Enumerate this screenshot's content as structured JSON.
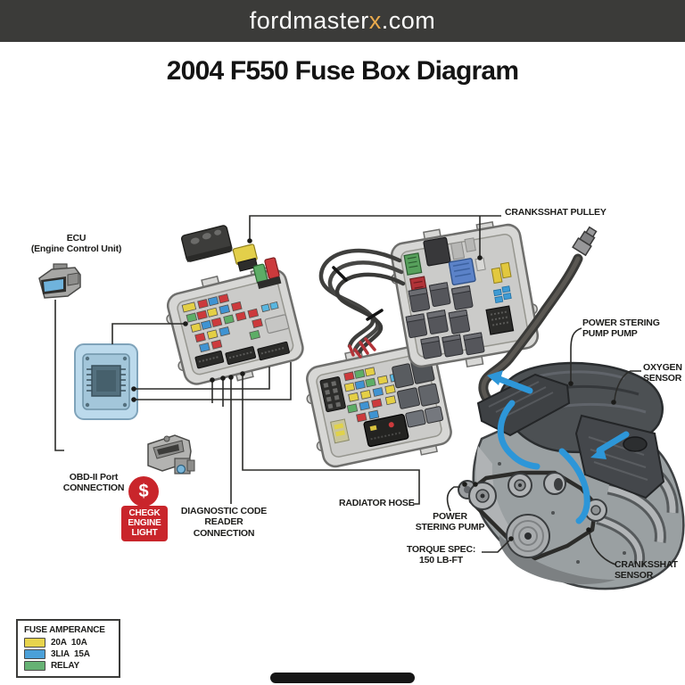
{
  "site": {
    "prefix": "fordmaster",
    "accent": "x",
    "suffix": ".com"
  },
  "page_title": "2004 F550 Fuse Box Diagram",
  "labels": {
    "ecu": "ECU\n(Engine Control Unit)",
    "obd_port": "OBD-II Port\nCONNECTION",
    "check_engine_icon": "$",
    "check_engine": "CHEGK\nENGINE\nLIGHT",
    "diagnostic": "DIAGNOSTIC CODE READER\nCONNECTION",
    "crankshaft_pulley": "CRANKSSHAT PULLEY",
    "power_steering_top": "POWER STERING\nPUMP PUMP",
    "oxygen_sensor": "OXYGEN\nSENSOR",
    "radiator_hose": "RADIATOR HOSE",
    "power_steering_lower": "POWER\nSTERING PUMP",
    "torque_spec": "TORQUE SPEC:\n150 LB-FT",
    "crankshaft_sensor": "CRANKSSHAT\nSENSOR"
  },
  "legend": {
    "title": "FUSE AMPERANCE",
    "items": [
      {
        "swatch": "#e8d44c",
        "label": "20A  10A"
      },
      {
        "swatch": "#4ba0d8",
        "label": "3LIA  15A"
      },
      {
        "swatch": "#66b274",
        "label": "RELAY"
      }
    ]
  },
  "colors": {
    "header_bg": "#3b3b39",
    "header_text": "#fafafa",
    "accent": "#e8a94c",
    "badge_red": "#c9252b",
    "label_text": "#1c1c1a",
    "engine_blue": "#2d96d8"
  }
}
